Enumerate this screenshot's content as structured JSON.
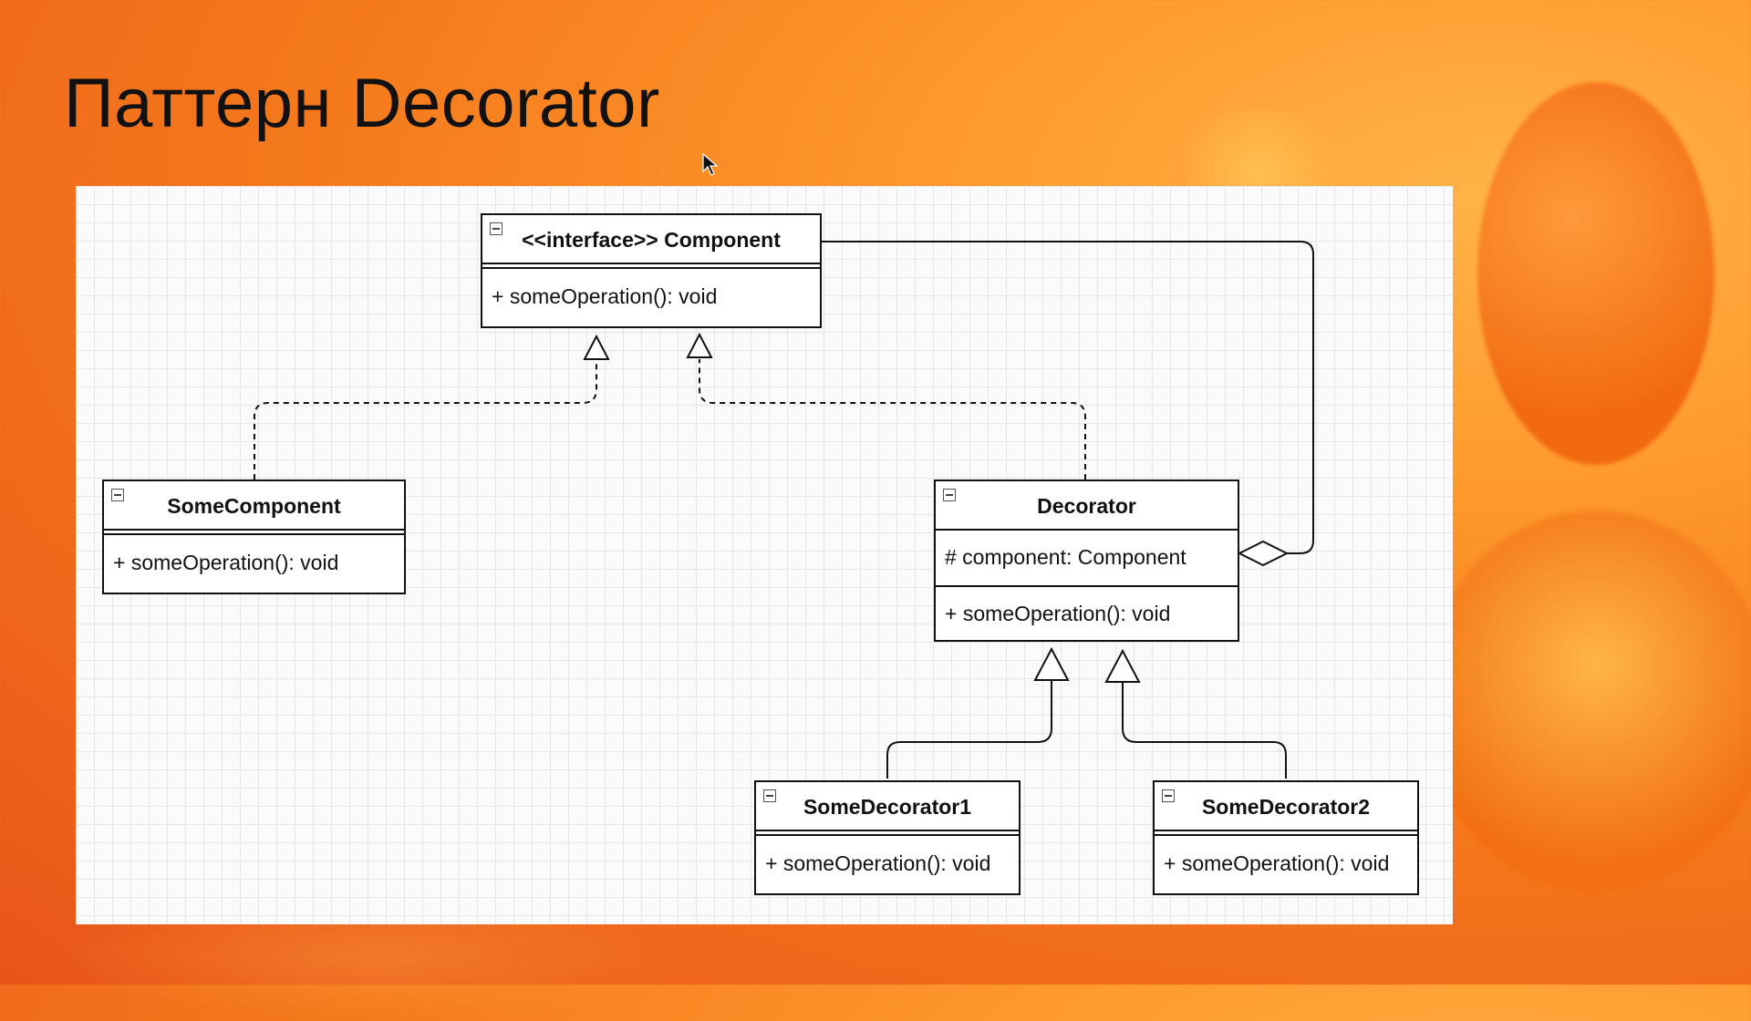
{
  "slide": {
    "title": "Паттерн Decorator"
  },
  "diagram": {
    "component": {
      "title": "<<interface>> Component",
      "operations": "+ someOperation(): void"
    },
    "some_component": {
      "title": "SomeComponent",
      "operations": "+ someOperation(): void"
    },
    "decorator": {
      "title": "Decorator",
      "attributes": "# component: Component",
      "operations": "+ someOperation(): void"
    },
    "some_decorator_1": {
      "title": "SomeDecorator1",
      "operations": "+ someOperation(): void"
    },
    "some_decorator_2": {
      "title": "SomeDecorator2",
      "operations": "+ someOperation(): void"
    },
    "relations": [
      {
        "from": "SomeComponent",
        "to": "<<interface>> Component",
        "kind": "realization"
      },
      {
        "from": "Decorator",
        "to": "<<interface>> Component",
        "kind": "realization"
      },
      {
        "from": "Decorator",
        "to": "<<interface>> Component",
        "kind": "aggregation"
      },
      {
        "from": "SomeDecorator1",
        "to": "Decorator",
        "kind": "generalization"
      },
      {
        "from": "SomeDecorator2",
        "to": "Decorator",
        "kind": "generalization"
      }
    ]
  },
  "colors": {
    "background_accent": "#f57a1c",
    "line": "#111111",
    "canvas": "#fafafa"
  }
}
